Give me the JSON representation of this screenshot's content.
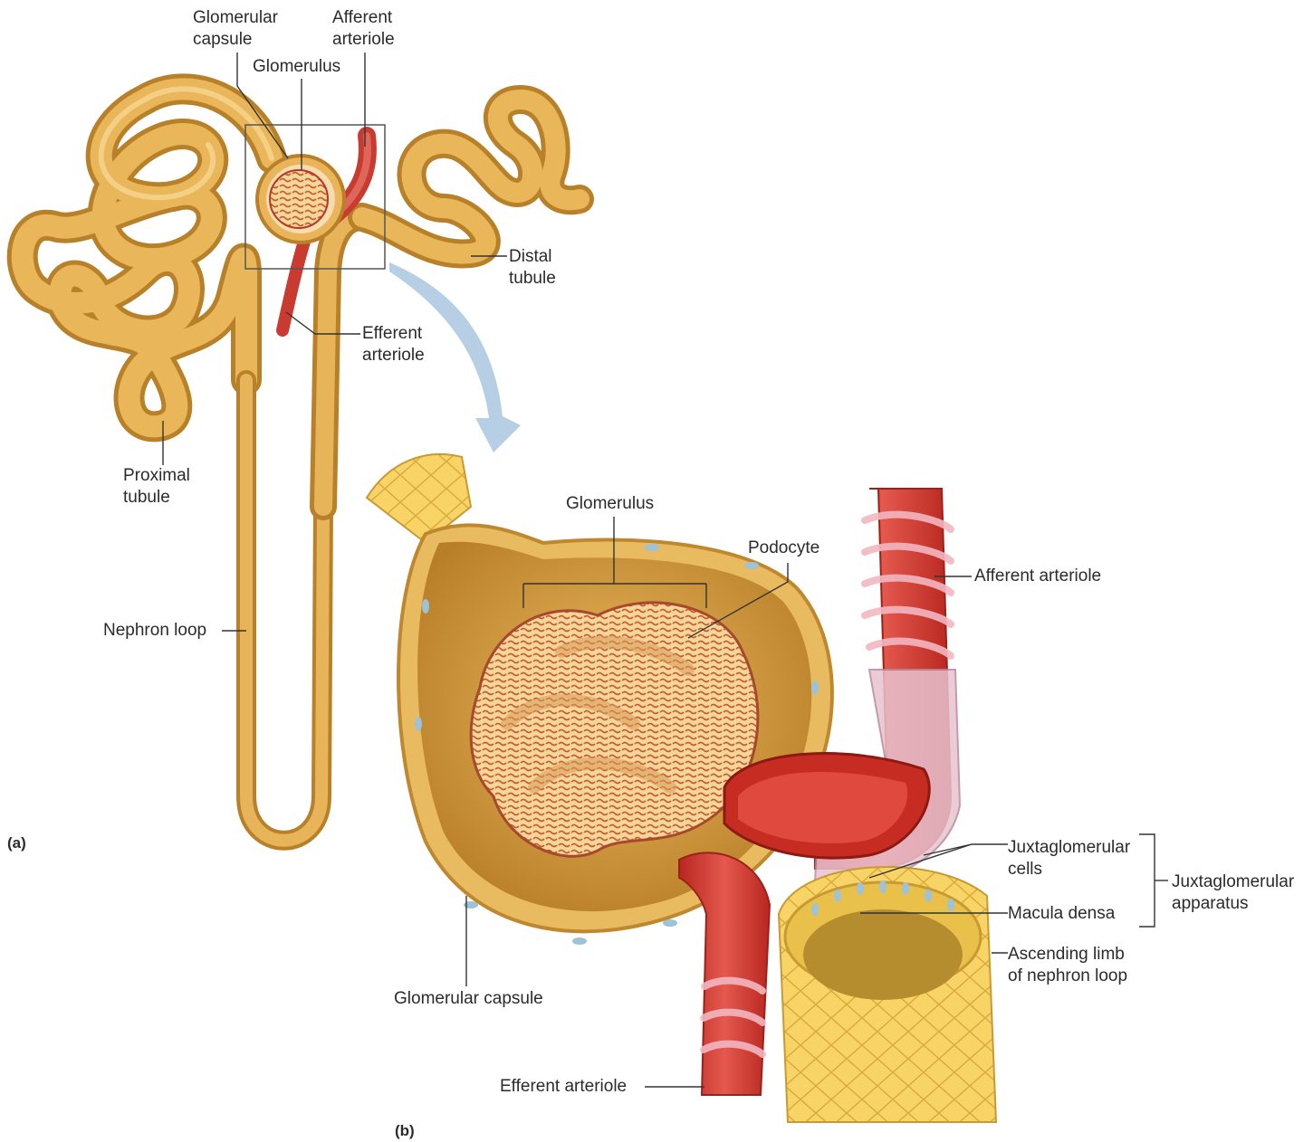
{
  "colors": {
    "tubule": "#e0a647",
    "tubule_dark": "#b9802a",
    "artery": "#d8423a",
    "capsule": "#e8b45a",
    "cell_yellow": "#f6cf55",
    "arrow": "#a9c7df",
    "leader": "#333333"
  },
  "panel_a": {
    "letter": "(a)",
    "labels": {
      "glomerular_capsule": "Glomerular\ncapsule",
      "afferent_arteriole": "Afferent\narteriole",
      "glomerulus": "Glomerulus",
      "distal_tubule": "Distal\ntubule",
      "efferent_arteriole": "Efferent\narteriole",
      "proximal_tubule": "Proximal\ntubule",
      "nephron_loop": "Nephron loop"
    }
  },
  "panel_b": {
    "letter": "(b)",
    "labels": {
      "glomerulus": "Glomerulus",
      "podocyte": "Podocyte",
      "afferent_arteriole": "Afferent arteriole",
      "juxtaglomerular_cells": "Juxtaglomerular\ncells",
      "juxtaglomerular_apparatus": "Juxtaglomerular\napparatus",
      "macula_densa": "Macula densa",
      "ascending_limb": "Ascending limb\nof nephron loop",
      "glomerular_capsule": "Glomerular capsule",
      "efferent_arteriole": "Efferent arteriole"
    }
  }
}
